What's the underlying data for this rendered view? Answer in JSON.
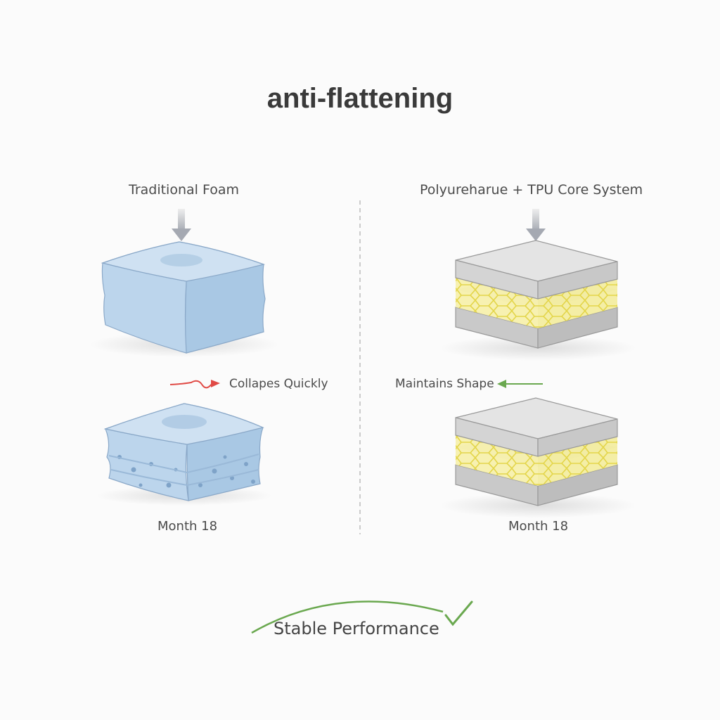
{
  "title": "anti-flattening",
  "left": {
    "heading": "Traditional Foam",
    "note": "Collapes Quickly",
    "time_label": "Month 18"
  },
  "right": {
    "heading": "Polyureharue + TPU Core System",
    "note": "Maintains Shape",
    "time_label": "Month 18"
  },
  "footer": {
    "label": "Stable Performance"
  },
  "colors": {
    "foam": "#b9d3ea",
    "slab": "#d6d6d6",
    "core": "#f2ea8a",
    "red": "#e04a45",
    "green": "#6aa84f"
  }
}
